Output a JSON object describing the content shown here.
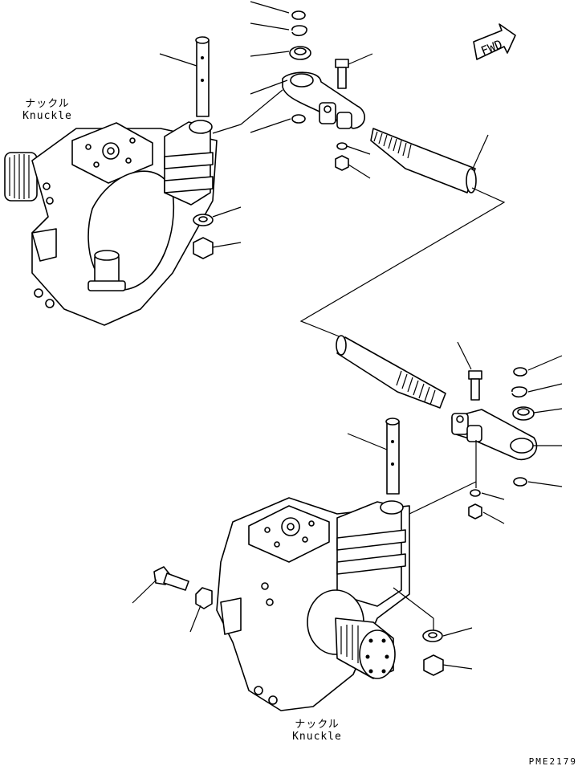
{
  "labels": {
    "knuckle_top_jp": "ナックル",
    "knuckle_top_en": "Knuckle",
    "knuckle_bottom_jp": "ナックル",
    "knuckle_bottom_en": "Knuckle",
    "fwd": "FWD",
    "drawing_code": "PME2179"
  }
}
